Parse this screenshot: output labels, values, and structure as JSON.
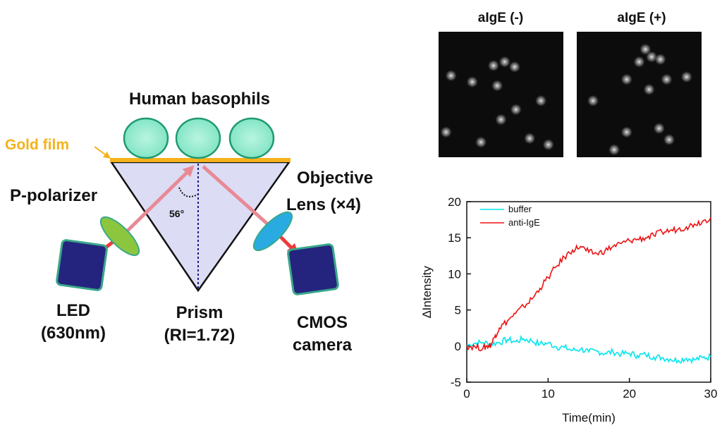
{
  "diagram": {
    "cells_label": "Human basophils",
    "gold_film_label": "Gold film",
    "polarizer_label": "P-polarizer",
    "objective_label_line1": "Objective",
    "objective_label_line2": "Lens (×4)",
    "angle_label": "56°",
    "led_line1": "LED",
    "led_line2": "(630nm)",
    "prism_line1": "Prism",
    "prism_line2": "(RI=1.72)",
    "camera_line1": "CMOS",
    "camera_line2": "camera",
    "colors": {
      "gold": "#f5b21b",
      "prism_fill": "#dcdcf4",
      "cell_fill": "#7fe3c3",
      "cell_stroke": "#1f9a72",
      "beam": "#ee3a3a",
      "reflected_beam": "#e88a96",
      "box_fill": "#24247f",
      "box_stroke": "#3aa88a",
      "polarizer_fill": "#8cc63f",
      "objective_fill": "#29abe2"
    }
  },
  "images": {
    "left_label": "aIgE (-)",
    "right_label": "aIgE (+)",
    "left_spots": [
      [
        0.1,
        0.35
      ],
      [
        0.27,
        0.4
      ],
      [
        0.44,
        0.27
      ],
      [
        0.53,
        0.24
      ],
      [
        0.61,
        0.28
      ],
      [
        0.47,
        0.43
      ],
      [
        0.62,
        0.62
      ],
      [
        0.5,
        0.7
      ],
      [
        0.82,
        0.55
      ],
      [
        0.06,
        0.8
      ],
      [
        0.34,
        0.88
      ],
      [
        0.88,
        0.9
      ],
      [
        0.73,
        0.85
      ]
    ],
    "right_spots": [
      [
        0.55,
        0.14
      ],
      [
        0.6,
        0.2
      ],
      [
        0.5,
        0.24
      ],
      [
        0.4,
        0.38
      ],
      [
        0.67,
        0.22
      ],
      [
        0.72,
        0.38
      ],
      [
        0.58,
        0.46
      ],
      [
        0.13,
        0.55
      ],
      [
        0.88,
        0.36
      ],
      [
        0.4,
        0.8
      ],
      [
        0.66,
        0.77
      ],
      [
        0.74,
        0.86
      ],
      [
        0.3,
        0.94
      ]
    ]
  },
  "chart_data": {
    "type": "line",
    "xlabel": "Time(min)",
    "ylabel": "∆Intensity",
    "xlim": [
      0,
      30
    ],
    "ylim": [
      -5,
      20
    ],
    "xticks": [
      0,
      10,
      20,
      30
    ],
    "yticks": [
      -5,
      0,
      5,
      10,
      15,
      20
    ],
    "legend_position": "top-left",
    "series": [
      {
        "name": "buffer",
        "color": "#00e5ee",
        "x": [
          0,
          1,
          2,
          3,
          4,
          5,
          6,
          7,
          8,
          9,
          10,
          11,
          12,
          13,
          14,
          15,
          16,
          17,
          18,
          19,
          20,
          21,
          22,
          23,
          24,
          25,
          26,
          27,
          28,
          29,
          30
        ],
        "y": [
          0.1,
          0.4,
          0.5,
          0.3,
          0.5,
          0.9,
          0.6,
          1.0,
          0.7,
          0.3,
          0.4,
          -0.1,
          -0.2,
          -0.6,
          -0.4,
          -0.8,
          -0.7,
          -1.0,
          -0.8,
          -1.1,
          -1.0,
          -1.3,
          -1.2,
          -1.5,
          -1.6,
          -1.8,
          -2.0,
          -1.7,
          -1.9,
          -1.6,
          -1.5
        ]
      },
      {
        "name": "anti-IgE",
        "color": "#ee1111",
        "x": [
          0,
          1,
          2,
          2.5,
          3,
          3.5,
          4,
          5,
          6,
          7,
          8,
          9,
          10,
          11,
          12,
          13,
          14,
          15,
          16,
          17,
          18,
          19,
          20,
          21,
          22,
          23,
          24,
          25,
          26,
          27,
          28,
          29,
          30
        ],
        "y": [
          0.0,
          -0.1,
          -0.3,
          0.0,
          0.2,
          1.5,
          2.5,
          3.5,
          4.5,
          5.5,
          6.5,
          8.0,
          9.5,
          11.0,
          12.3,
          13.3,
          13.8,
          13.0,
          12.8,
          13.2,
          13.8,
          14.2,
          14.6,
          14.8,
          15.0,
          15.3,
          15.8,
          16.0,
          16.2,
          16.5,
          16.9,
          17.3,
          17.8
        ]
      }
    ]
  }
}
